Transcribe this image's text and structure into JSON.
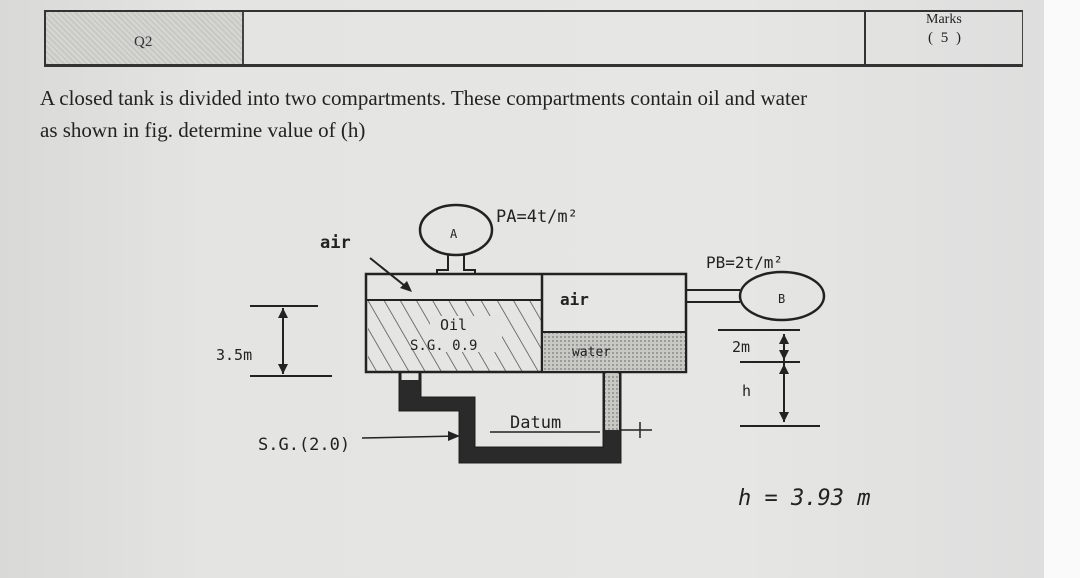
{
  "header": {
    "question_no": "Q2",
    "marks_label": "Marks",
    "marks_value": "( 5 )"
  },
  "question": {
    "line1": "A closed tank is divided into two compartments. These compartments contain oil and water",
    "line2": "as shown in fig. determine value of (h)"
  },
  "figure": {
    "gauge_a_label": "A",
    "pressure_a": "PA=4t/m²",
    "left_air_label": "air",
    "oil_label": "Oil",
    "oil_sg": "S.G. 0.9",
    "right_air_label": "air",
    "water_label": "water",
    "gauge_b_label": "B",
    "pressure_b": "PB=2t/m²",
    "height_left": "3.5m",
    "height_right": "2m",
    "h_label": "h",
    "manometer_sg": "S.G.(2.0)",
    "datum_label": "Datum",
    "handwritten_answer": "h = 3.93 m"
  },
  "colors": {
    "ink": "#222222",
    "mercury": "#2a2a2a",
    "water_fill": "#bdbdb8"
  }
}
